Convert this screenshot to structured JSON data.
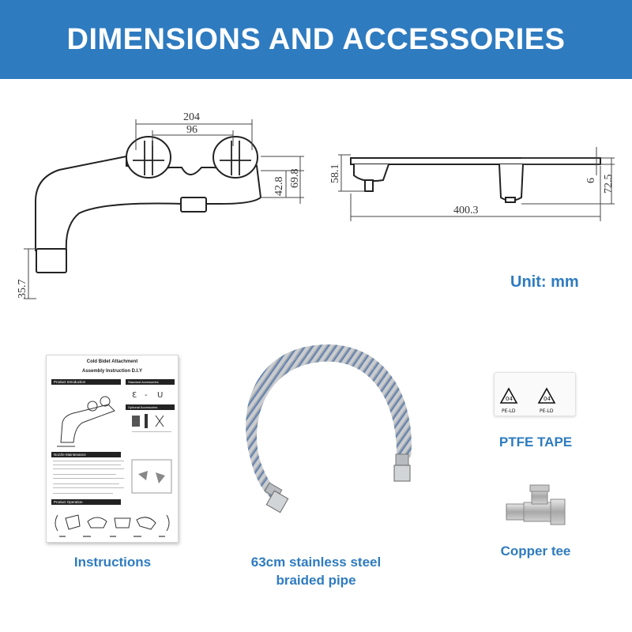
{
  "header": {
    "title": "DIMENSIONS AND ACCESSORIES"
  },
  "dimensions": {
    "front_overall": "204",
    "front_inner": "96",
    "front_height_a": "42.8",
    "front_height_b": "69.8",
    "nozzle_height": "35.7",
    "side_height_left": "58.1",
    "side_length": "400.3",
    "side_height_small": "6",
    "side_height_right": "72.5"
  },
  "unit_label": "Unit: mm",
  "accessories": {
    "instructions": {
      "caption": "Instructions",
      "sheet_title_1": "Cold Bidet Attachment",
      "sheet_title_2": "Assembly Instruction D.I.Y",
      "section_intro": "Product Introduction",
      "section_standard": "Standard Accessories",
      "section_optional": "Optional Accessories",
      "section_nozzle": "Nozzle Maintenance",
      "section_operation": "Product Operation"
    },
    "pipe": {
      "caption_line1": "63cm stainless steel",
      "caption_line2": "braided pipe"
    },
    "tape": {
      "caption": "PTFE TAPE",
      "mark": "PE-LD",
      "code": "04"
    },
    "tee": {
      "caption": "Copper tee"
    }
  }
}
